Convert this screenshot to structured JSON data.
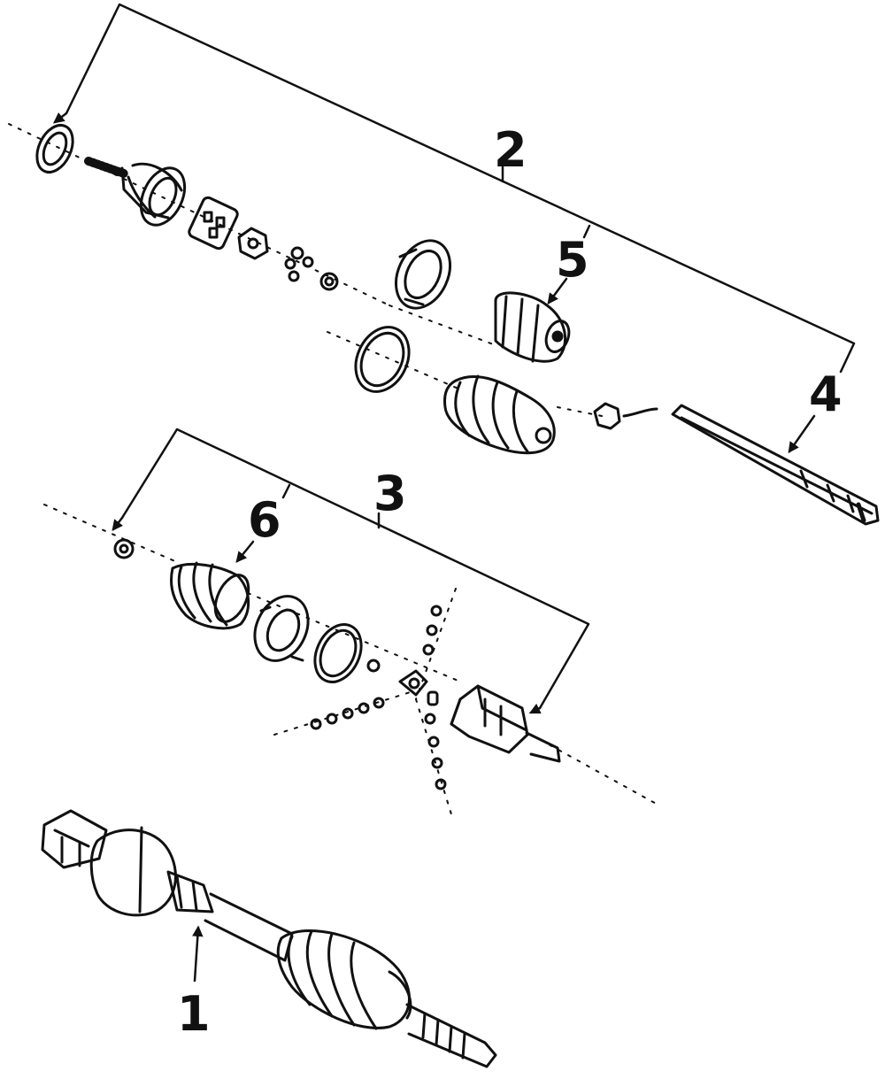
{
  "diagram": {
    "type": "exploded-parts",
    "colors": {
      "ink": "#111111",
      "paper": "#ffffff"
    },
    "callouts": [
      {
        "id": "1",
        "label": "1"
      },
      {
        "id": "2",
        "label": "2"
      },
      {
        "id": "3",
        "label": "3"
      },
      {
        "id": "4",
        "label": "4"
      },
      {
        "id": "5",
        "label": "5"
      },
      {
        "id": "6",
        "label": "6"
      }
    ]
  }
}
